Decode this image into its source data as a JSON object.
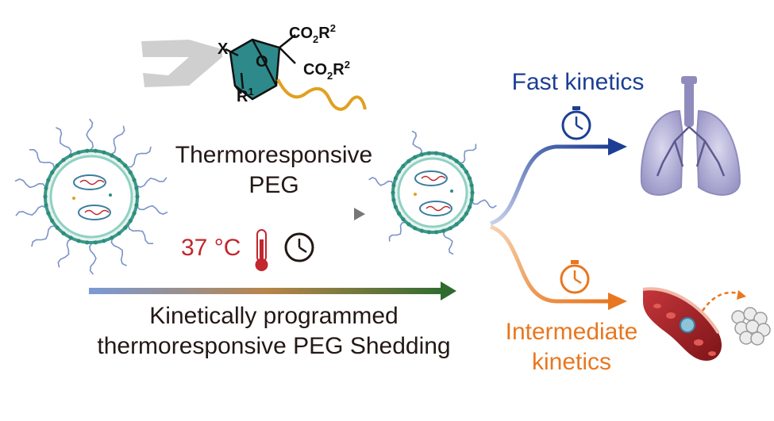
{
  "molecule": {
    "x": "X",
    "o": "O",
    "r1": "R",
    "r1_sup": "1",
    "co2r2_top": "CO",
    "co2r2_mid": "CO",
    "sub2": "2",
    "r2": "R",
    "r2_sup": "2"
  },
  "center": {
    "line1": "Thermoresponsive",
    "line2": "PEG",
    "temp": "37 °C"
  },
  "bottom": {
    "line1": "Kinetically programmed",
    "line2": "thermoresponsive PEG Shedding"
  },
  "routes": {
    "fast": "Fast kinetics",
    "intermediate_line1": "Intermediate",
    "intermediate_line2": "kinetics"
  },
  "colors": {
    "fast": "#1c3f94",
    "intermediate": "#e8771f",
    "temp": "#c1272d",
    "peg_chain": "#e0a020",
    "ring": "#2e8a8a",
    "shell": "#3a9a8a",
    "lung": "#9a97c7"
  }
}
